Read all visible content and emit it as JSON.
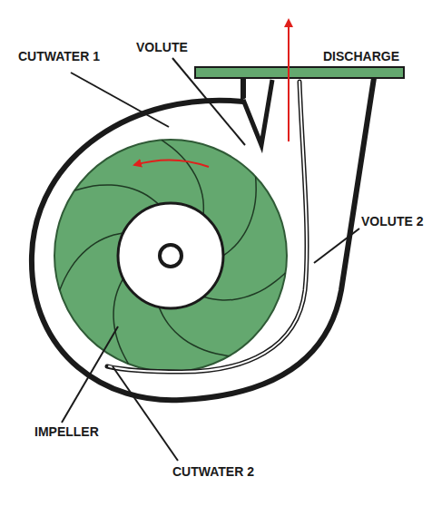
{
  "diagram": {
    "labels": [
      "CUTWATER 1",
      "VOLUTE",
      "DISCHARGE",
      "VOLUTE 2",
      "IMPELLER",
      "CUTWATER 2"
    ]
  }
}
